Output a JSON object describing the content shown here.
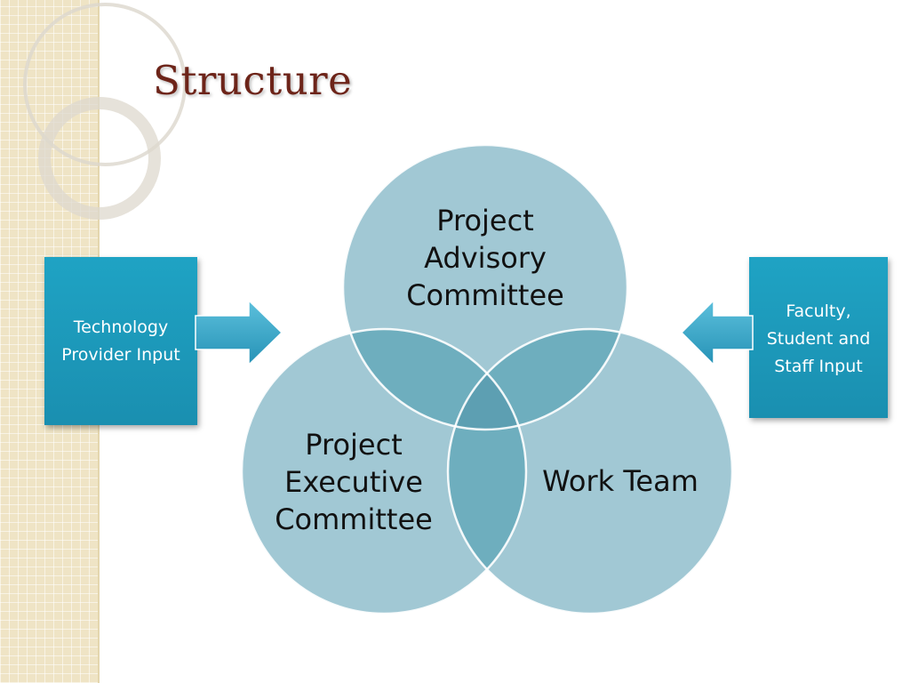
{
  "slide": {
    "title": "Structure"
  },
  "diagram": {
    "circles": [
      {
        "id": "advisory",
        "label": "Project\nAdvisory\nCommittee"
      },
      {
        "id": "executive",
        "label": "Project\nExecutive\nCommittee"
      },
      {
        "id": "work-team",
        "label": "Work Team"
      }
    ],
    "inputs": [
      {
        "id": "technology",
        "label": "Technology\nProvider Input",
        "arrow_direction": "right"
      },
      {
        "id": "faculty",
        "label": "Faculty,\nStudent and\nStaff Input",
        "arrow_direction": "left"
      }
    ]
  },
  "colors": {
    "circle_fill": "#a1c8d4",
    "overlap_fill": "#6eaebe",
    "center_overlap_fill": "#5d9fb2",
    "box_fill": "#1a9bbd",
    "arrow_fill": "#35a6c8",
    "title_color": "#6d2419",
    "strip_color": "#efe4c5"
  }
}
